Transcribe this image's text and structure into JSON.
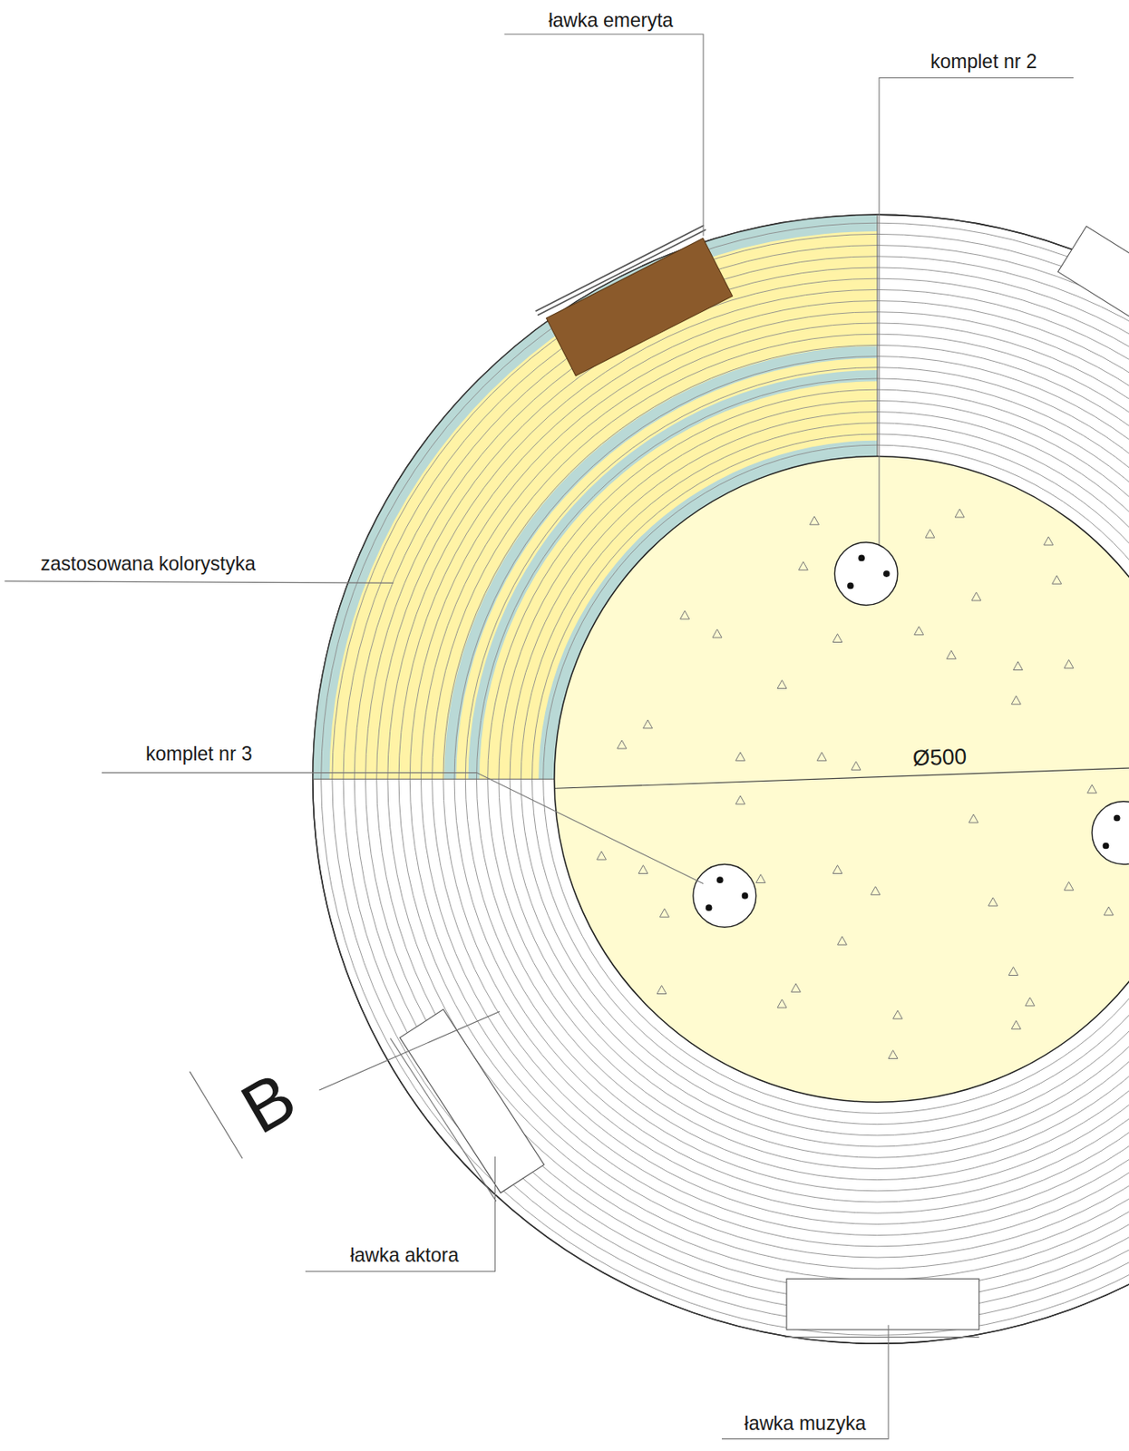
{
  "diagram": {
    "labels": [
      "ławka emeryta",
      "komplet nr 2",
      "zastosowana kolorystyka",
      "komplet nr 3",
      "Ø500",
      "B",
      "ławka aktora",
      "ławka muzyka"
    ]
  }
}
